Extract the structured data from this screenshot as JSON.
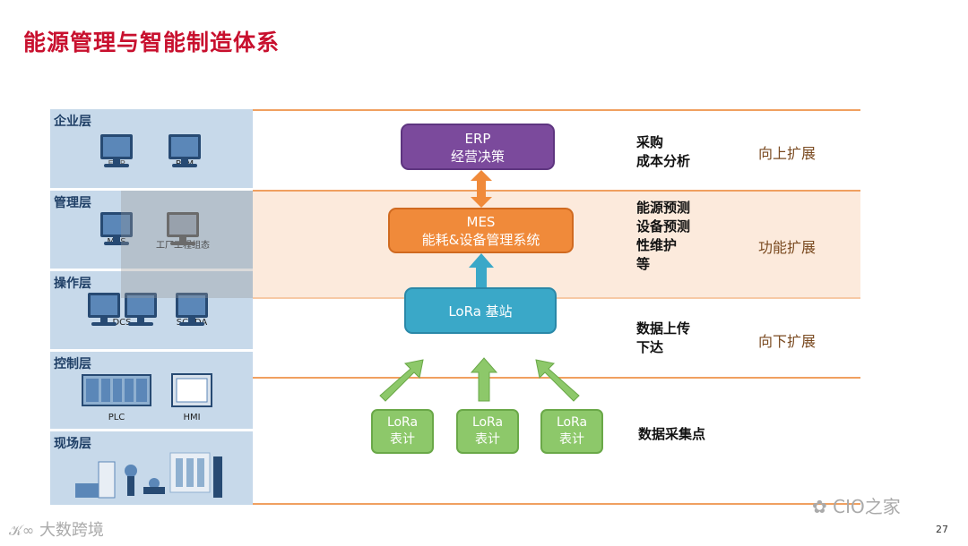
{
  "title": "能源管理与智能制造体系",
  "layers": [
    {
      "name": "企业层",
      "devices": [
        "ERP",
        "PLM"
      ]
    },
    {
      "name": "管理层",
      "devices": [
        "MES",
        "工厂工程组态"
      ]
    },
    {
      "name": "操作层",
      "devices": [
        "DCS",
        "SCADA"
      ]
    },
    {
      "name": "控制层",
      "devices": [
        "PLC",
        "HMI"
      ]
    },
    {
      "name": "现场层",
      "devices": []
    }
  ],
  "boxes": {
    "erp": {
      "line1": "ERP",
      "line2": "经营决策"
    },
    "mes": {
      "line1": "MES",
      "line2": "能耗&设备管理系统"
    },
    "lora_station": {
      "label": "LoRa 基站"
    },
    "meters": [
      {
        "line1": "LoRa",
        "line2": "表计"
      },
      {
        "line1": "LoRa",
        "line2": "表计"
      },
      {
        "line1": "LoRa",
        "line2": "表计"
      }
    ]
  },
  "descriptions": {
    "erp": [
      "采购",
      "成本分析"
    ],
    "mes": [
      "能源预测",
      "设备预测",
      "性维护",
      "等"
    ],
    "lora": [
      "数据上传",
      "下达"
    ],
    "meters": [
      "数据采集点"
    ]
  },
  "extensions": {
    "up": "向上扩展",
    "function": "功能扩展",
    "down": "向下扩展"
  },
  "footer": {
    "page_number": "27",
    "watermark_left": "大数跨境",
    "watermark_right": "CIO之家"
  },
  "colors": {
    "title": "#c8102e",
    "erp": "#7b4a9c",
    "mes": "#f08a3a",
    "lora_station": "#3aa8c8",
    "meter": "#8dc86a"
  }
}
